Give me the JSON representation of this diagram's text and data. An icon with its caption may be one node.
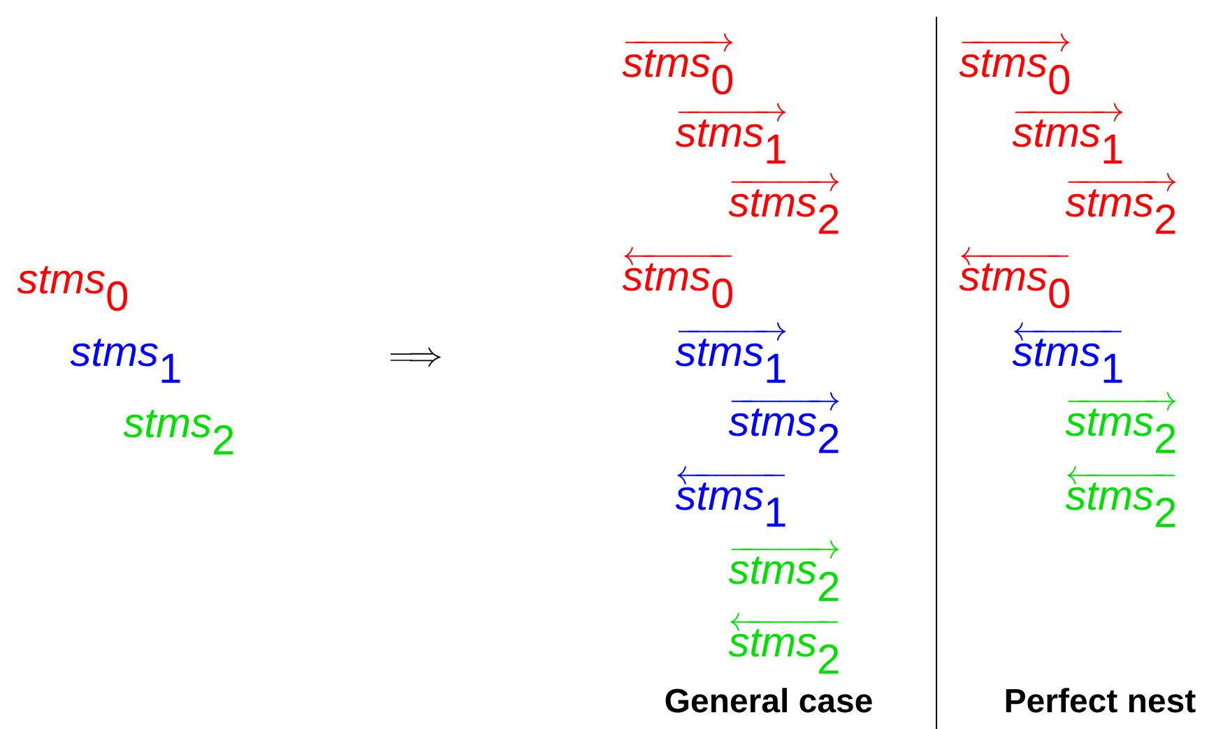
{
  "diagram": {
    "labels": [
      "\\textit{stms}_{\\textrm{0}}",
      "\\textit{stms}_{\\textrm{1}}",
      "\\textit{stms}_{\\textrm{2}}",
      "\\Longrightarrow",
      "\\overrightarrow{\\textit{stms}_{\\textrm{0}}}",
      "\\overrightarrow{\\textit{stms}_{\\textrm{1}}}",
      "\\overrightarrow{\\textit{stms}_{\\textrm{2}}}",
      "\\overleftarrow{\\textit{stms}_{\\textrm{0}}}",
      "\\overrightarrow{\\textit{stms}_{\\textrm{1}}}",
      "\\overrightarrow{\\textit{stms}_{\\textrm{2}}}",
      "\\overleftarrow{\\textit{stms}_{\\textrm{1}}}",
      "\\overrightarrow{\\textit{stms}_{\\textrm{2}}}",
      "\\overleftarrow{\\textit{stms}_{\\textrm{2}}}",
      "\\overrightarrow{\\textit{stms}_{\\textrm{0}}}",
      "\\overrightarrow{\\textit{stms}_{\\textrm{1}}}",
      "\\overrightarrow{\\textit{stms}_{\\textrm{2}}}",
      "\\overleftarrow{\\textit{stms}_{\\textrm{0}}}",
      "\\overleftarrow{\\textit{stms}_{\\textrm{1}}}",
      "\\overrightarrow{\\textit{stms}_{\\textrm{2}}}",
      "\\overleftarrow{\\textit{stms}_{\\textrm{2}}}",
      "General case",
      "Perfect nest"
    ]
  }
}
